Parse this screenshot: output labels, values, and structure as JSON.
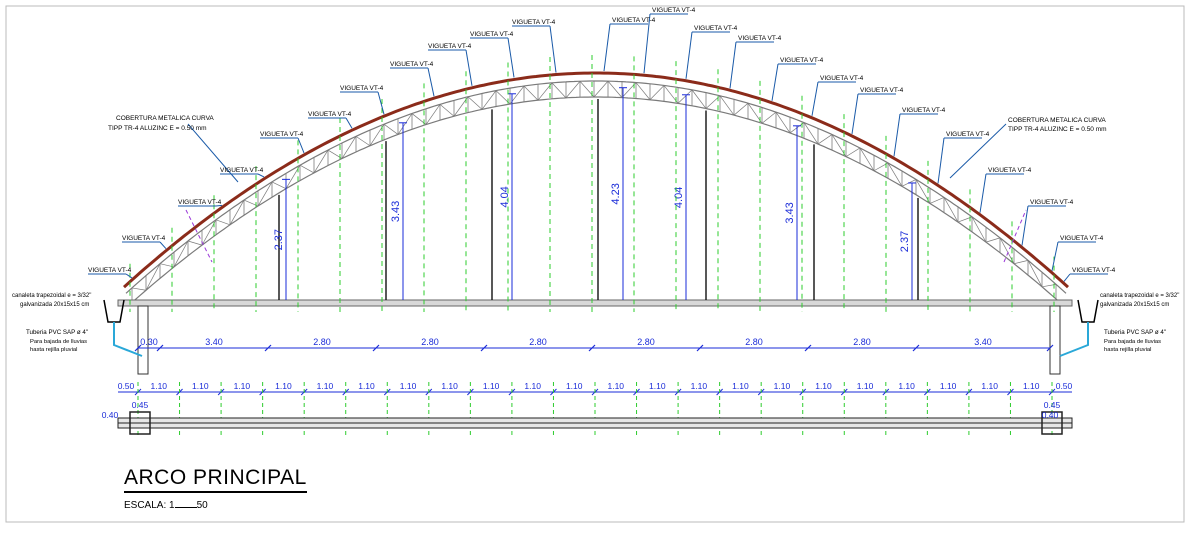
{
  "title": "ARCO PRINCIPAL",
  "scale": {
    "prefix": "ESCALA:",
    "num": "1",
    "den": "50"
  },
  "vigueta_label": "VIGUETA VT-4",
  "cobertura": {
    "line1": "COBERTURA METALICA CURVA",
    "line2": "TIPP TR-4 ALUZINC E = 0.50 mm"
  },
  "canaleta": {
    "line1": "canaleta trapezoidal e = 3/32\"",
    "line2": "galvanizada 20x15x15 cm"
  },
  "tuberia": {
    "line1": "Tuberia PVC SAP ø 4\"",
    "line2": "Para bajada de lluvias",
    "line3": "hasta rejilla pluvial"
  },
  "heights": [
    "2.37",
    "3.43",
    "4.04",
    "4.23",
    "4.04",
    "3.43",
    "2.37"
  ],
  "main_dims": [
    "0.30",
    "3.40",
    "2.80",
    "2.80",
    "2.80",
    "2.80",
    "2.80",
    "2.80",
    "3.40"
  ],
  "small_dims": {
    "edge": "0.50",
    "pitch": "1.10",
    "count": 22
  },
  "base": {
    "left_045": "0.45",
    "left_040": "0.40",
    "right_045": "0.45",
    "right_040": "0.40"
  },
  "colors": {
    "arch": "#8b2b1a",
    "truss": "#7a7a7a",
    "dim": "#1a2bd8",
    "axis": "#2ecc2e",
    "leader": "#1a5aa8",
    "section": "#9a38d8",
    "pipe": "#2aa8d8"
  }
}
